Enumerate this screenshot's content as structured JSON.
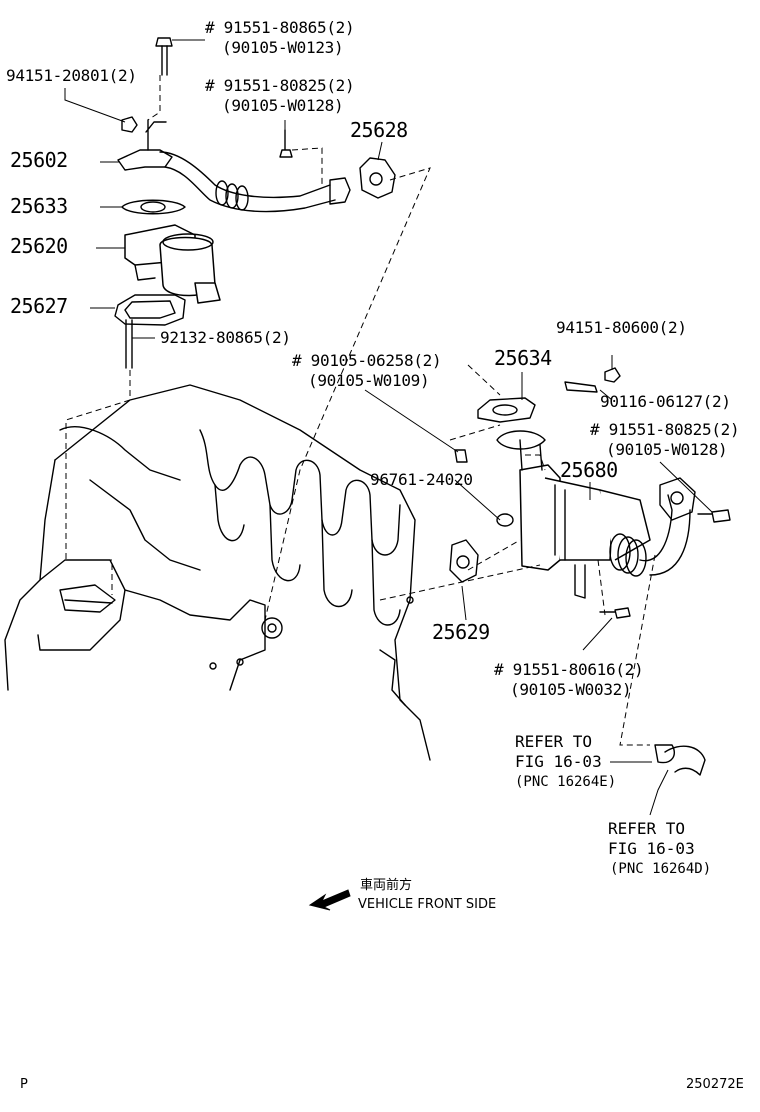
{
  "parts": [
    {
      "number": "25602"
    },
    {
      "number": "25633"
    },
    {
      "number": "25620"
    },
    {
      "number": "25627"
    },
    {
      "number": "25628"
    },
    {
      "number": "25634"
    },
    {
      "number": "25680"
    },
    {
      "number": "25629"
    }
  ],
  "codes": [
    {
      "line1": "# 91551-80865(2)",
      "line2": "(90105-W0123)"
    },
    {
      "line1": "94151-20801(2)"
    },
    {
      "line1": "# 91551-80825(2)",
      "line2": "(90105-W0128)"
    },
    {
      "line1": "92132-80865(2)"
    },
    {
      "line1": "94151-80600(2)"
    },
    {
      "line1": "# 90105-06258(2)",
      "line2": "(90105-W0109)"
    },
    {
      "line1": "90116-06127(2)"
    },
    {
      "line1": "# 91551-80825(2)",
      "line2": "(90105-W0128)"
    },
    {
      "line1": "96761-24020"
    },
    {
      "line1": "# 91551-80616(2)",
      "line2": "(90105-W0032)"
    }
  ],
  "references": [
    {
      "line1": "REFER TO",
      "line2": "FIG 16-03",
      "line3": "(PNC 16264E)"
    },
    {
      "line1": "REFER TO",
      "line2": "FIG 16-03",
      "line3": "(PNC 16264D)"
    }
  ],
  "direction": {
    "japanese": "車両前方",
    "english": "VEHICLE FRONT SIDE",
    "icon": "arrow-left-icon"
  },
  "footer": {
    "left": "P",
    "right": "250272E"
  }
}
